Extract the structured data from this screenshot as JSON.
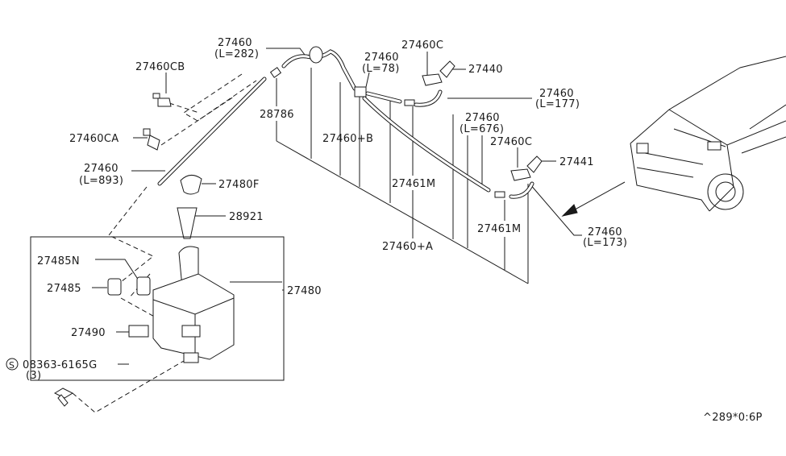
{
  "labels": {
    "l27460_a": "27460",
    "l27460_a_len": "(L=282)",
    "l27460cb": "27460CB",
    "l28786": "28786",
    "l27460_b": "27460",
    "l27460_b_len": "(L=78)",
    "l27460c_a": "27460C",
    "l27440": "27440",
    "l27460_c": "27460",
    "l27460_c_len": "(L=177)",
    "l27460ca": "27460CA",
    "l27460pb": "27460+B",
    "l27460_d": "27460",
    "l27460_d_len": "(L=676)",
    "l27460c_b": "27460C",
    "l27441": "27441",
    "l27460_e": "27460",
    "l27460_e_len": "(L=893)",
    "l27480f": "27480F",
    "l27461m_a": "27461M",
    "l28921": "28921",
    "l27461m_b": "27461M",
    "l27460_f": "27460",
    "l27460_f_len": "(L=173)",
    "l27460pa": "27460+A",
    "l27485n": "27485N",
    "l27480": "27480",
    "l27485": "27485",
    "l27490": "27490",
    "s_symbol": "S",
    "l08363": "08363-6165G",
    "l08363_qty": "(3)",
    "ref_code": "^289*0:6P"
  }
}
